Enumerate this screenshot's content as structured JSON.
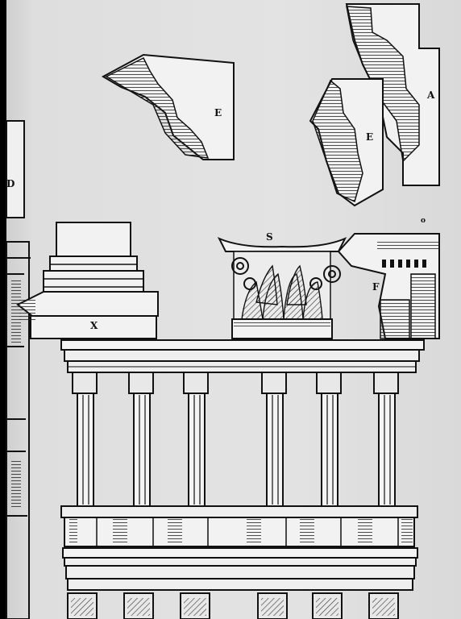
{
  "figure_labels": {
    "cornice_top_center": "E",
    "cornice_top_right_inner": "E",
    "cornice_top_right_outer": "A",
    "left_edge_profile": "D",
    "pedestal": "X",
    "capital": "S",
    "entablature_corner": "F",
    "corner_mark": "o"
  },
  "colors": {
    "ink": "#111111",
    "paper": "#e3e3e3",
    "border": "#000000"
  }
}
